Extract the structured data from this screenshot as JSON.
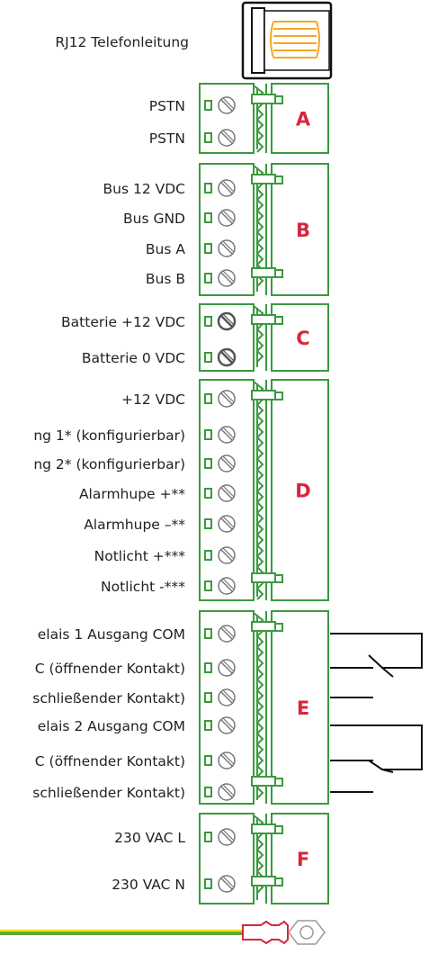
{
  "rj12": {
    "label": "RJ12 Telefonleitung"
  },
  "blocks": [
    {
      "id": "A",
      "pins": [
        "PSTN",
        "PSTN"
      ]
    },
    {
      "id": "B",
      "pins": [
        "Bus 12 VDC",
        "Bus GND",
        "Bus A",
        "Bus B"
      ]
    },
    {
      "id": "C",
      "pins": [
        "Batterie +12 VDC",
        "Batterie 0 VDC"
      ]
    },
    {
      "id": "D",
      "pins": [
        "+12 VDC",
        "ng 1* (konfigurierbar)",
        "ng 2* (konfigurierbar)",
        "Alarmhupe +**",
        "Alarmhupe –**",
        "Notlicht +***",
        "Notlicht -***"
      ]
    },
    {
      "id": "E",
      "pins": [
        "elais 1 Ausgang COM",
        "C (öffnender Kontakt)",
        "schließender Kontakt)",
        "elais 2 Ausgang COM",
        "C (öffnender Kontakt)",
        "schließender Kontakt)"
      ]
    },
    {
      "id": "F",
      "pins": [
        "230 VAC L",
        "230 VAC N"
      ]
    }
  ],
  "colors": {
    "terminal_green": "#3a9a3f",
    "block_letter_red": "#d7263d",
    "rj12_jack_orange": "#f7a823",
    "earth_wire_yellow": "#f2e200",
    "earth_wire_green": "#5aa63a",
    "lug_red": "#d7263d",
    "relay_wire_black": "#111111"
  },
  "icons": [
    "rj12-jack-icon",
    "screw-terminal-icon",
    "relay-contact-icon",
    "ground-lug-icon"
  ]
}
